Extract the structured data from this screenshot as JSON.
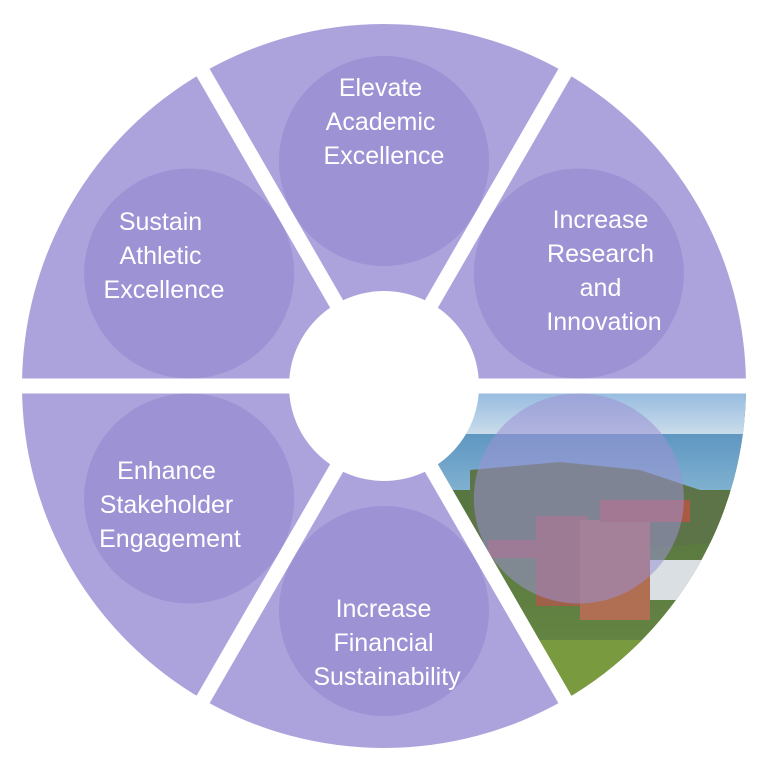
{
  "diagram": {
    "segments": [
      {
        "id": "top",
        "lines": [
          "Elevate",
          "Academic",
          "Excellence"
        ],
        "color": "#ada3dc"
      },
      {
        "id": "upper-right",
        "lines": [
          "Increase",
          "Research",
          "and",
          "Innovation"
        ],
        "color": "#ada3dc"
      },
      {
        "id": "lower-right",
        "lines": [],
        "photo": "aerial-campus-waterfront-photo"
      },
      {
        "id": "bottom",
        "lines": [
          "Increase",
          "Financial",
          "Sustainability"
        ],
        "color": "#ada3dc"
      },
      {
        "id": "lower-left",
        "lines": [
          "Enhance",
          "Stakeholder",
          "Engagement"
        ],
        "color": "#ada3dc"
      },
      {
        "id": "upper-left",
        "lines": [
          "Sustain",
          "Athletic",
          "Excellence"
        ],
        "color": "#ada3dc"
      }
    ],
    "overlap_color": "#9c92d4",
    "center_color": "#ffffff"
  }
}
